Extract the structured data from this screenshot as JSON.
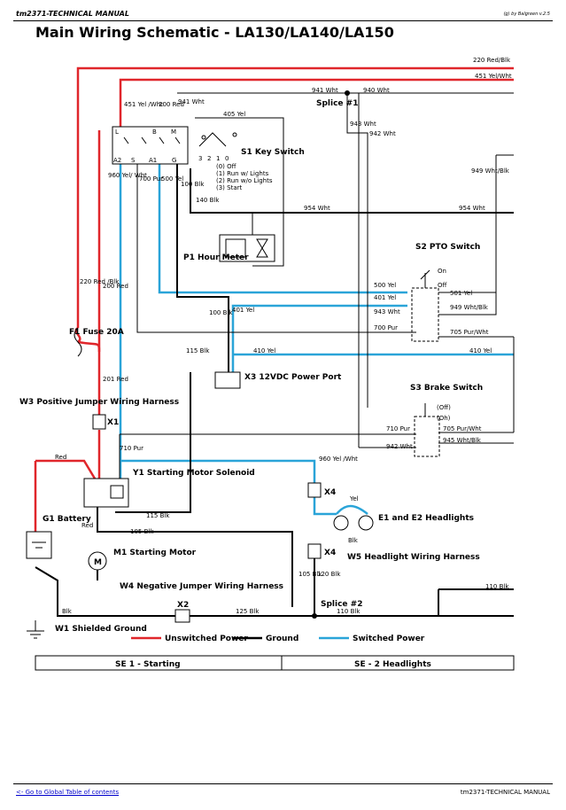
{
  "header": {
    "manual": "tm2371-TECHNICAL MANUAL",
    "credit": "(g) by Balgreen v.2.5"
  },
  "title": "Main Wiring Schematic - LA130/LA140/LA150",
  "wire_labels": [
    "220 Red/Blk",
    "451 Yel/Wht",
    "941 Wht",
    "940 Wht",
    "451 Yel /Wht",
    "200 Red",
    "941 Wht",
    "405 Yel",
    "943 Wht",
    "942 Wht",
    "949 Wht/Blk",
    "960 Yel/ Wht",
    "700 Pur",
    "500 Yel",
    "100 Blk",
    "140 Blk",
    "954 Wht",
    "954 Wht",
    "220 Red /Blk",
    "200 Red",
    "500 Yel",
    "501 Yel",
    "401 Yel",
    "943 Wht",
    "949 Wht/Blk",
    "700 Pur",
    "705 Pur/Wht",
    "100 Blk",
    "401 Yel",
    "115 Blk",
    "410 Yel",
    "410 Yel",
    "201 Red",
    "710 Pur",
    "705 Pur/Wht",
    "942 Wht",
    "945 Wht/Blk",
    "Red",
    "710 Pur",
    "960 Yel /Wht",
    "Yel",
    "115 Blk",
    "105 Blk",
    "Blk",
    "Red",
    "105 Blk",
    "120 Blk",
    "110 Blk",
    "Blk",
    "125 Blk",
    "110 Blk"
  ],
  "components": {
    "splice1": "Splice #1",
    "s1_name": "S1 Key Switch",
    "s1_pos": [
      "(0) Off",
      "(1) Run w/ Lights",
      "(2) Run w/o Lights",
      "(3) Start"
    ],
    "key_terms": [
      "L",
      "B",
      "M",
      "A2",
      "S",
      "A1",
      "G"
    ],
    "key_pos_nums": [
      "3",
      "2",
      "1",
      "0"
    ],
    "p1": "P1 Hour Meter",
    "s2": "S2 PTO Switch",
    "s2_on": "On",
    "s2_off": "Off",
    "f1": "F1 Fuse 20A",
    "x3": "X3 12VDC Power Port",
    "s3": "S3 Brake Switch",
    "s3_off": "(Off)",
    "s3_on": "(Oh)",
    "w3": "W3 Positive Jumper Wiring Harness",
    "x1": "X1",
    "y1": "Y1 Starting Motor Solenoid",
    "x4a": "X4",
    "e12": "E1 and E2 Headlights",
    "g1": "G1 Battery",
    "m1": "M1 Starting Motor",
    "m_symbol": "M",
    "x4b": "X4",
    "w5": "W5 Headlight Wiring Harness",
    "w4": "W4 Negative Jumper Wiring Harness",
    "x2": "X2",
    "splice2": "Splice #2",
    "w1": "W1 Shielded Ground"
  },
  "legend": {
    "unswitched": "Unswitched Power",
    "ground": "Ground",
    "switched": "Switched Power",
    "colors": {
      "unswitched": "#e0262b",
      "ground": "#000000",
      "switched": "#2aa4d8"
    }
  },
  "sections": [
    "SE 1 - Starting",
    "SE - 2 Headlights"
  ],
  "footer": {
    "link": "<- Go to Global Table of contents",
    "manual": "tm2371-TECHNICAL MANUAL"
  }
}
